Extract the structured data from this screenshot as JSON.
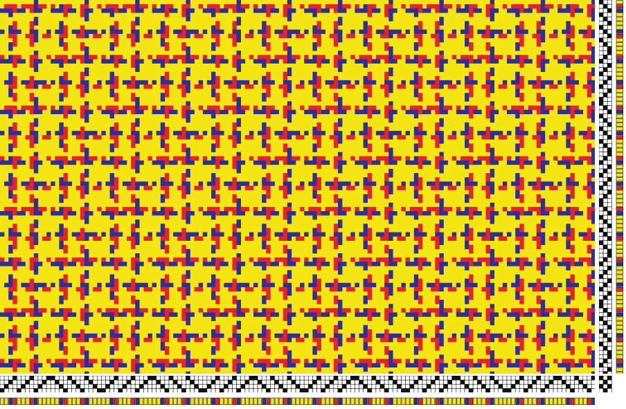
{
  "colors": {
    "yellow": "#f4e614",
    "red": "#e5232b",
    "blue": "#2e3192",
    "black": "#111111",
    "white": "#ffffff"
  },
  "pattern": {
    "repeat_ends": 24,
    "warp_colors": [
      "yellow",
      "yellow",
      "blue",
      "red",
      "yellow",
      "yellow",
      "yellow",
      "red",
      "blue",
      "yellow",
      "yellow",
      "yellow",
      "yellow",
      "yellow",
      "blue",
      "red",
      "yellow",
      "yellow",
      "yellow",
      "red",
      "blue",
      "yellow",
      "yellow",
      "yellow"
    ],
    "weft_colors": [
      "yellow",
      "red",
      "blue",
      "yellow",
      "yellow",
      "yellow",
      "yellow",
      "blue",
      "red",
      "yellow",
      "yellow",
      "yellow",
      "yellow",
      "red",
      "blue",
      "yellow",
      "yellow",
      "yellow",
      "yellow",
      "blue",
      "red",
      "yellow",
      "yellow",
      "yellow"
    ]
  }
}
